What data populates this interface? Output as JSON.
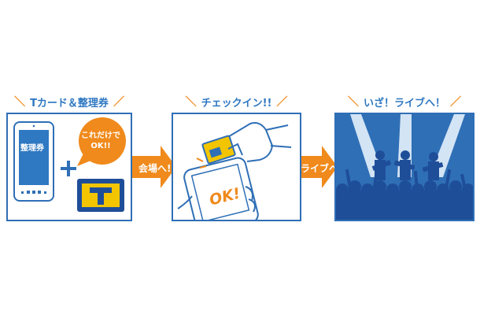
{
  "steps": [
    {
      "title": "Tカード＆整理券",
      "slash_left": "＼",
      "slash_right": "／"
    },
    {
      "title": "チェックイン!!",
      "slash_left": "＼",
      "slash_right": "／"
    },
    {
      "title": "いざ！ライブへ！",
      "slash_left": "＼",
      "slash_right": "／"
    }
  ],
  "panel1": {
    "ticket_label": "整理券",
    "bubble_text": "これだけで\nOK!!",
    "plus_sign": "＋"
  },
  "panel2": {
    "ok_text": "OK!"
  },
  "arrows": [
    {
      "label": "会場へ!!"
    },
    {
      "label": "ライブへ!!"
    }
  ],
  "colors": {
    "blue": "#2f6fb6",
    "orange": "#f08a1c",
    "yellow": "#f2c500",
    "navy": "#1f4e99"
  }
}
